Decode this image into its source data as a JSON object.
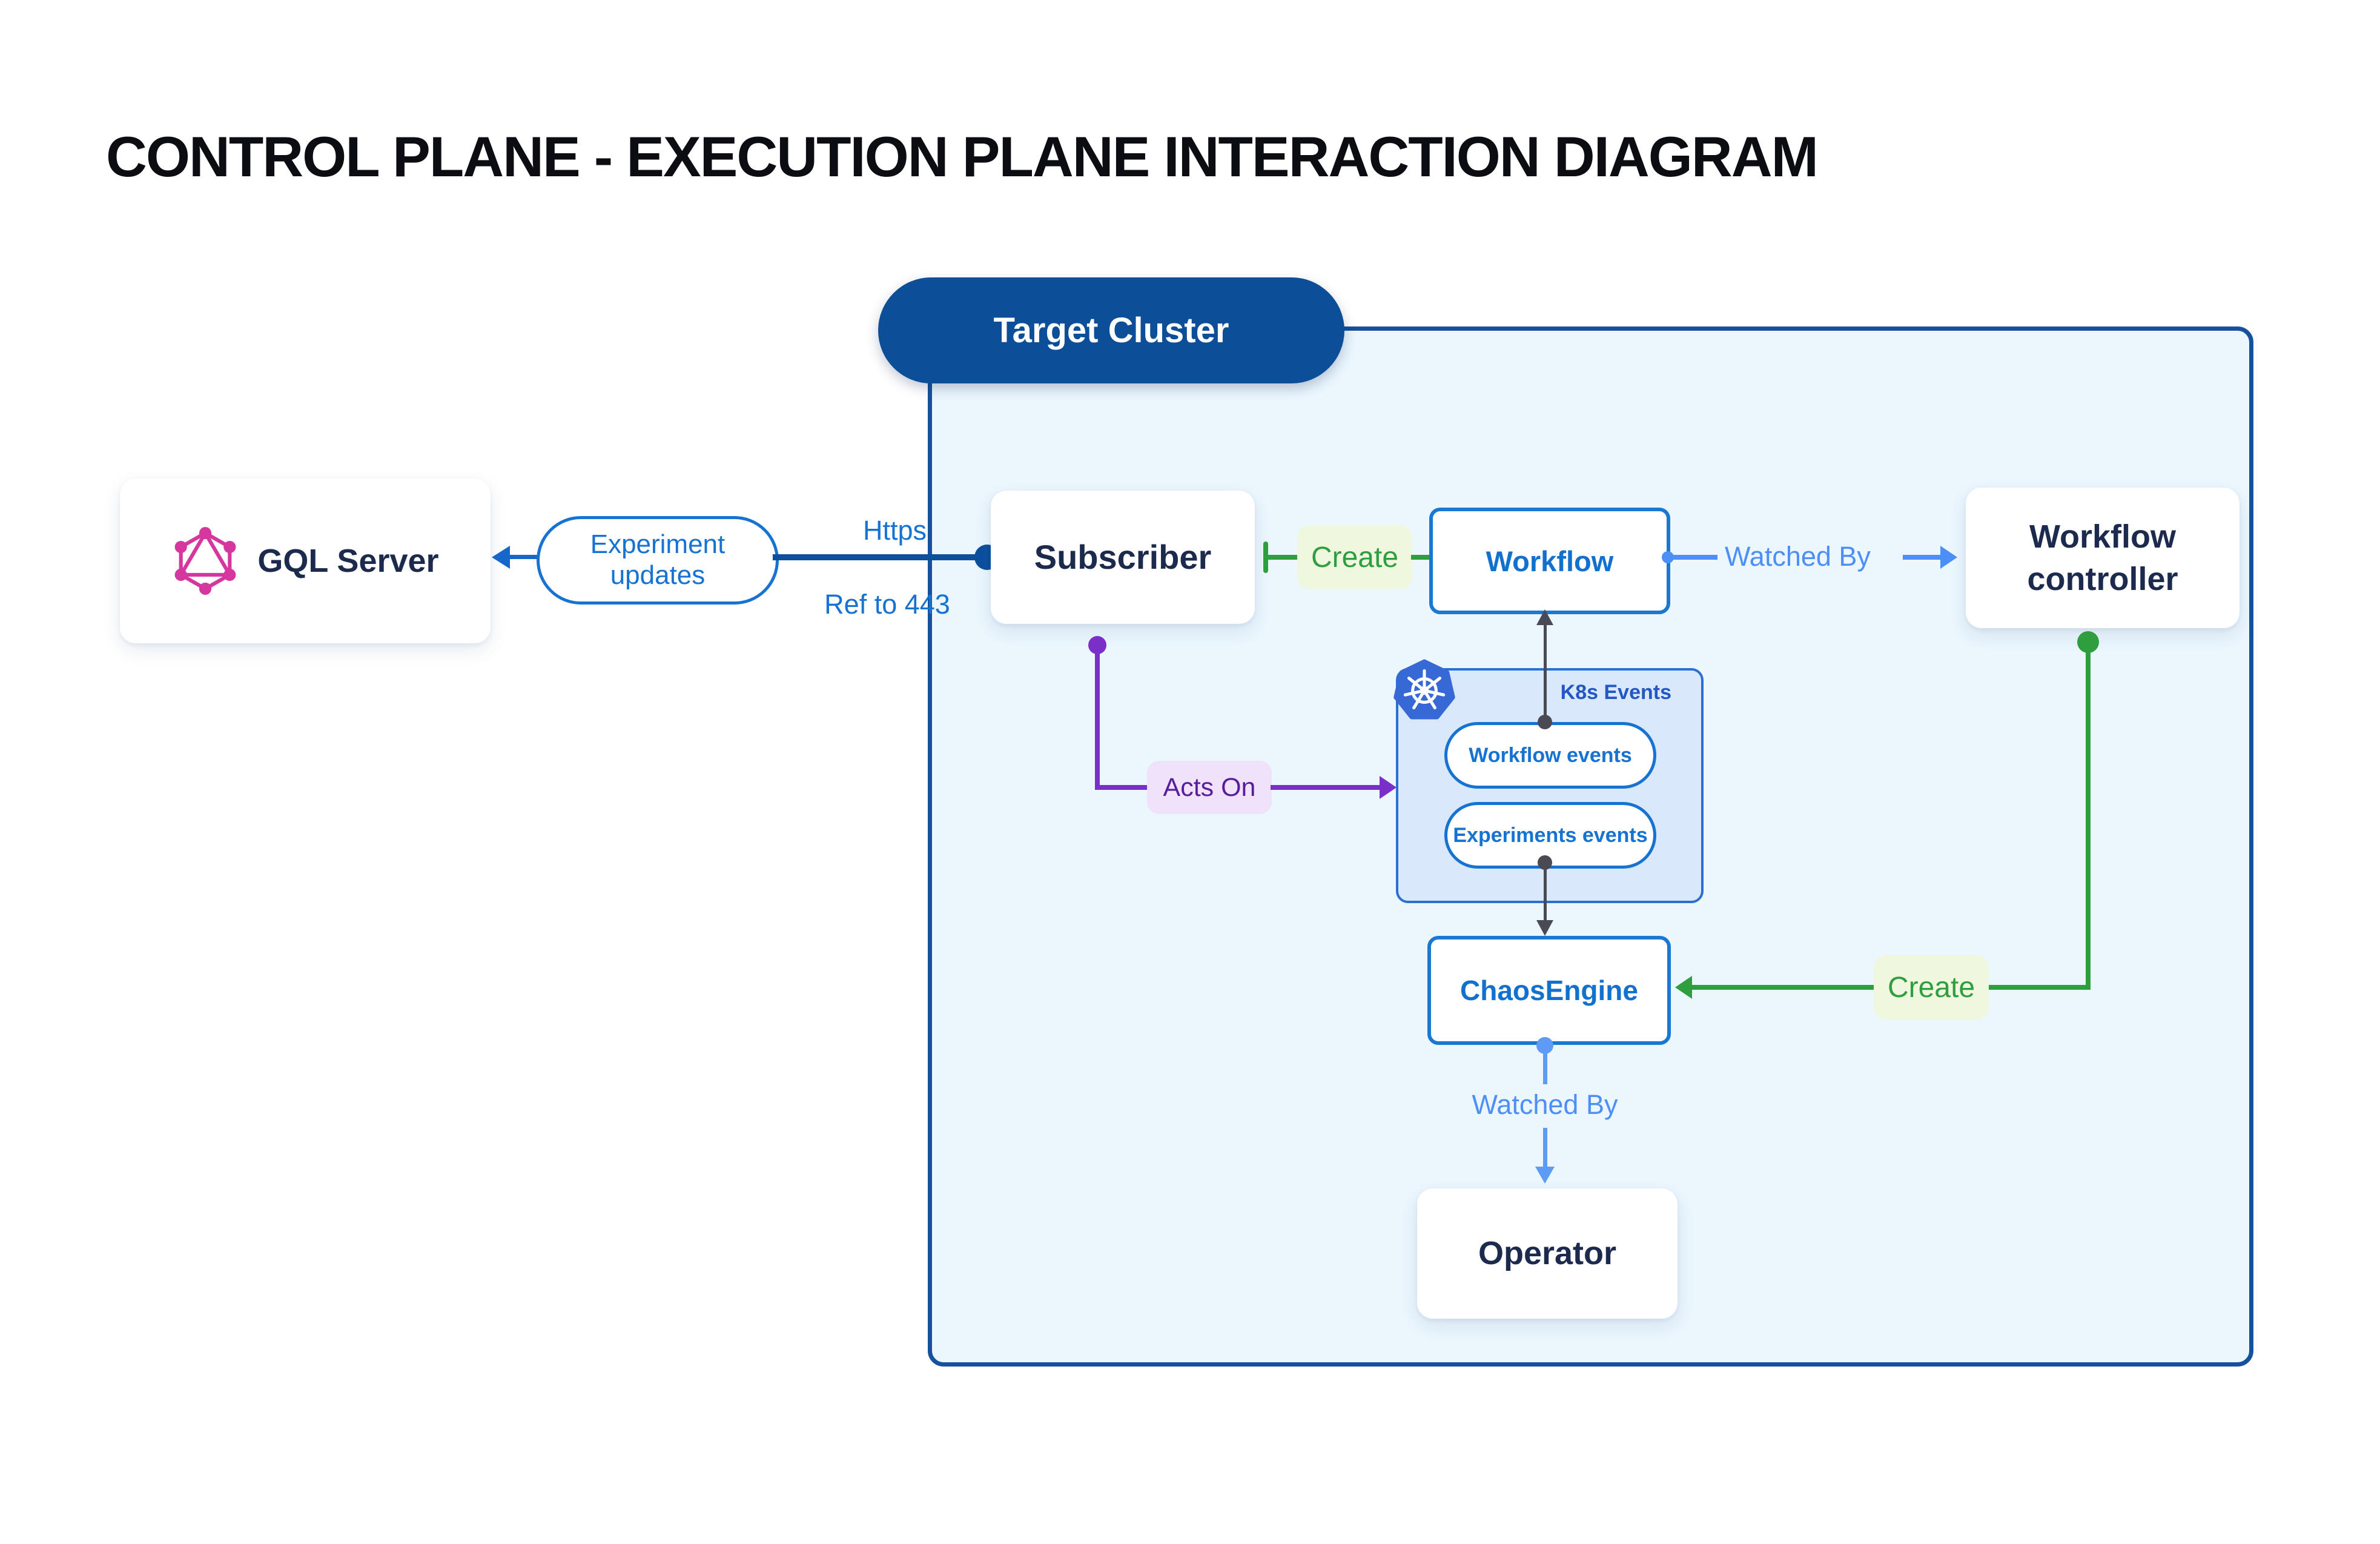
{
  "title": "CONTROL PLANE - EXECUTION PLANE INTERACTION DIAGRAM",
  "cluster": {
    "label": "Target Cluster"
  },
  "nodes": {
    "gql_server": "GQL Server",
    "subscriber": "Subscriber",
    "workflow": "Workflow",
    "workflow_controller": "Workflow controller",
    "chaos_engine": "ChaosEngine",
    "operator": "Operator",
    "k8s_events_group": "K8s Events",
    "workflow_events": "Workflow events",
    "experiments_events": "Experiments events"
  },
  "edges": {
    "experiment_updates": "Experiment updates",
    "https": "Https",
    "ref_to_443": "Ref to 443",
    "create_workflow": "Create",
    "watched_by_workflow": "Watched By",
    "acts_on": "Acts On",
    "create_chaosengine": "Create",
    "watched_by_operator": "Watched By"
  },
  "icons": {
    "graphql": "graphql-icon",
    "kubernetes": "kubernetes-icon"
  },
  "colors": {
    "cluster_fill": "#ebf6fd",
    "cluster_border": "#15519c",
    "cluster_pill": "#0d4e99",
    "node_border_blue": "#1878d2",
    "node_text_blue": "#1271ce",
    "navy_text": "#1c2b4d",
    "edge_dark_blue": "#0b4f9e",
    "edge_blue": "#1673d1",
    "edge_light_blue": "#4d8ff8",
    "edge_green": "#2e9e3e",
    "green_label_bg": "#eff8df",
    "edge_purple": "#7b2fc9",
    "purple_label_bg": "#f0e2fa",
    "purple_text": "#571d9c",
    "edge_gray": "#4a4a55",
    "k8s_fill": "#d9e8fa",
    "graphql_pink": "#d5379e",
    "kubernetes_blue": "#3668d6"
  }
}
